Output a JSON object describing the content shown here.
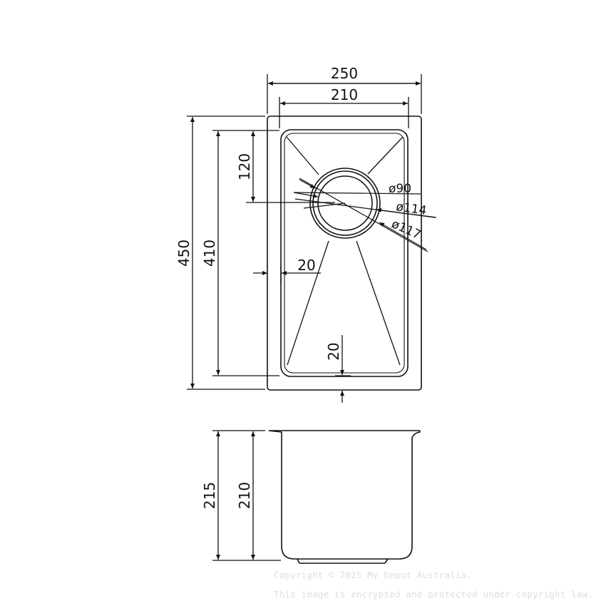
{
  "top_view": {
    "width_dims": [
      "250",
      "210"
    ],
    "height_dims": [
      "450",
      "410"
    ],
    "waste_offset": "120",
    "wall_gap_side": "20",
    "wall_gap_bottom": "20",
    "waste_diameters": [
      "ø90",
      "ø114",
      "ø117"
    ]
  },
  "side_view": {
    "height_dims": [
      "215",
      "210"
    ]
  },
  "watermark": {
    "line1": "Copyright © 2025 My Depot Australia.",
    "line2": "This image is encrypted and protected under copyright law."
  },
  "colors": {
    "line": "#111111",
    "watermark": "#dedede"
  }
}
